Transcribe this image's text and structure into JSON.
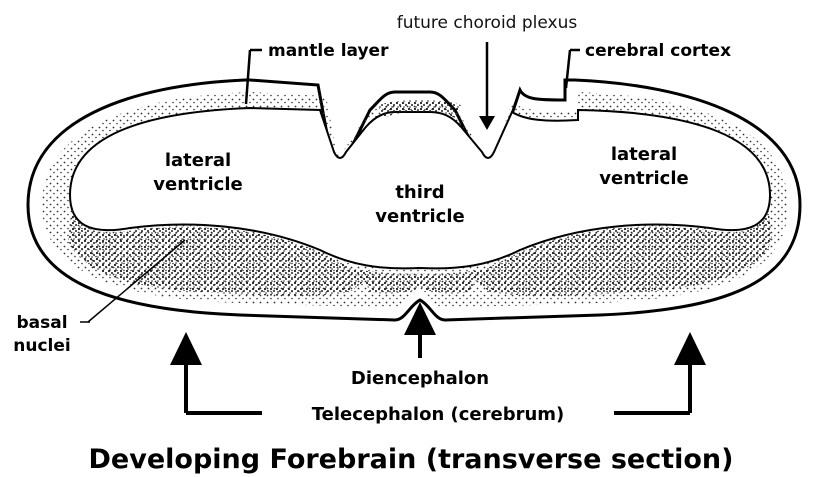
{
  "diagram": {
    "title": "Developing Forebrain (transverse section)",
    "labels": {
      "future_choroid_plexus": "future choroid plexus",
      "mantle_layer": "mantle layer",
      "cerebral_cortex": "cerebral cortex",
      "lateral_ventricle_left_line1": "lateral",
      "lateral_ventricle_left_line2": "ventricle",
      "lateral_ventricle_right_line1": "lateral",
      "lateral_ventricle_right_line2": "ventricle",
      "third_ventricle_line1": "third",
      "third_ventricle_line2": "ventricle",
      "basal_nuclei_line1": "basal",
      "basal_nuclei_line2": "nuclei",
      "diencephalon": "Diencephalon",
      "telencephalon": "Telecephalon (cerebrum)"
    },
    "colors": {
      "ink": "#000000",
      "background": "#ffffff",
      "stipple": "#333333"
    }
  }
}
